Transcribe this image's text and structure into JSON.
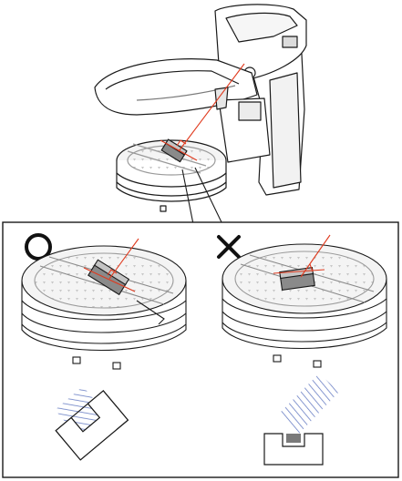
{
  "diagram": {
    "top_view": {
      "subject": "microscope-with-rotating-stage"
    },
    "panels": [
      {
        "id": "correct",
        "mark": "○",
        "meaning": "correct-orientation"
      },
      {
        "id": "incorrect",
        "mark": "×",
        "meaning": "incorrect-orientation"
      }
    ],
    "colors": {
      "line": "#1a1a1a",
      "laser": "#e03a1e",
      "hatch": "#6a7fc4",
      "sample": "#8a8a8a",
      "stage_fill": "#f4f4f4"
    }
  }
}
